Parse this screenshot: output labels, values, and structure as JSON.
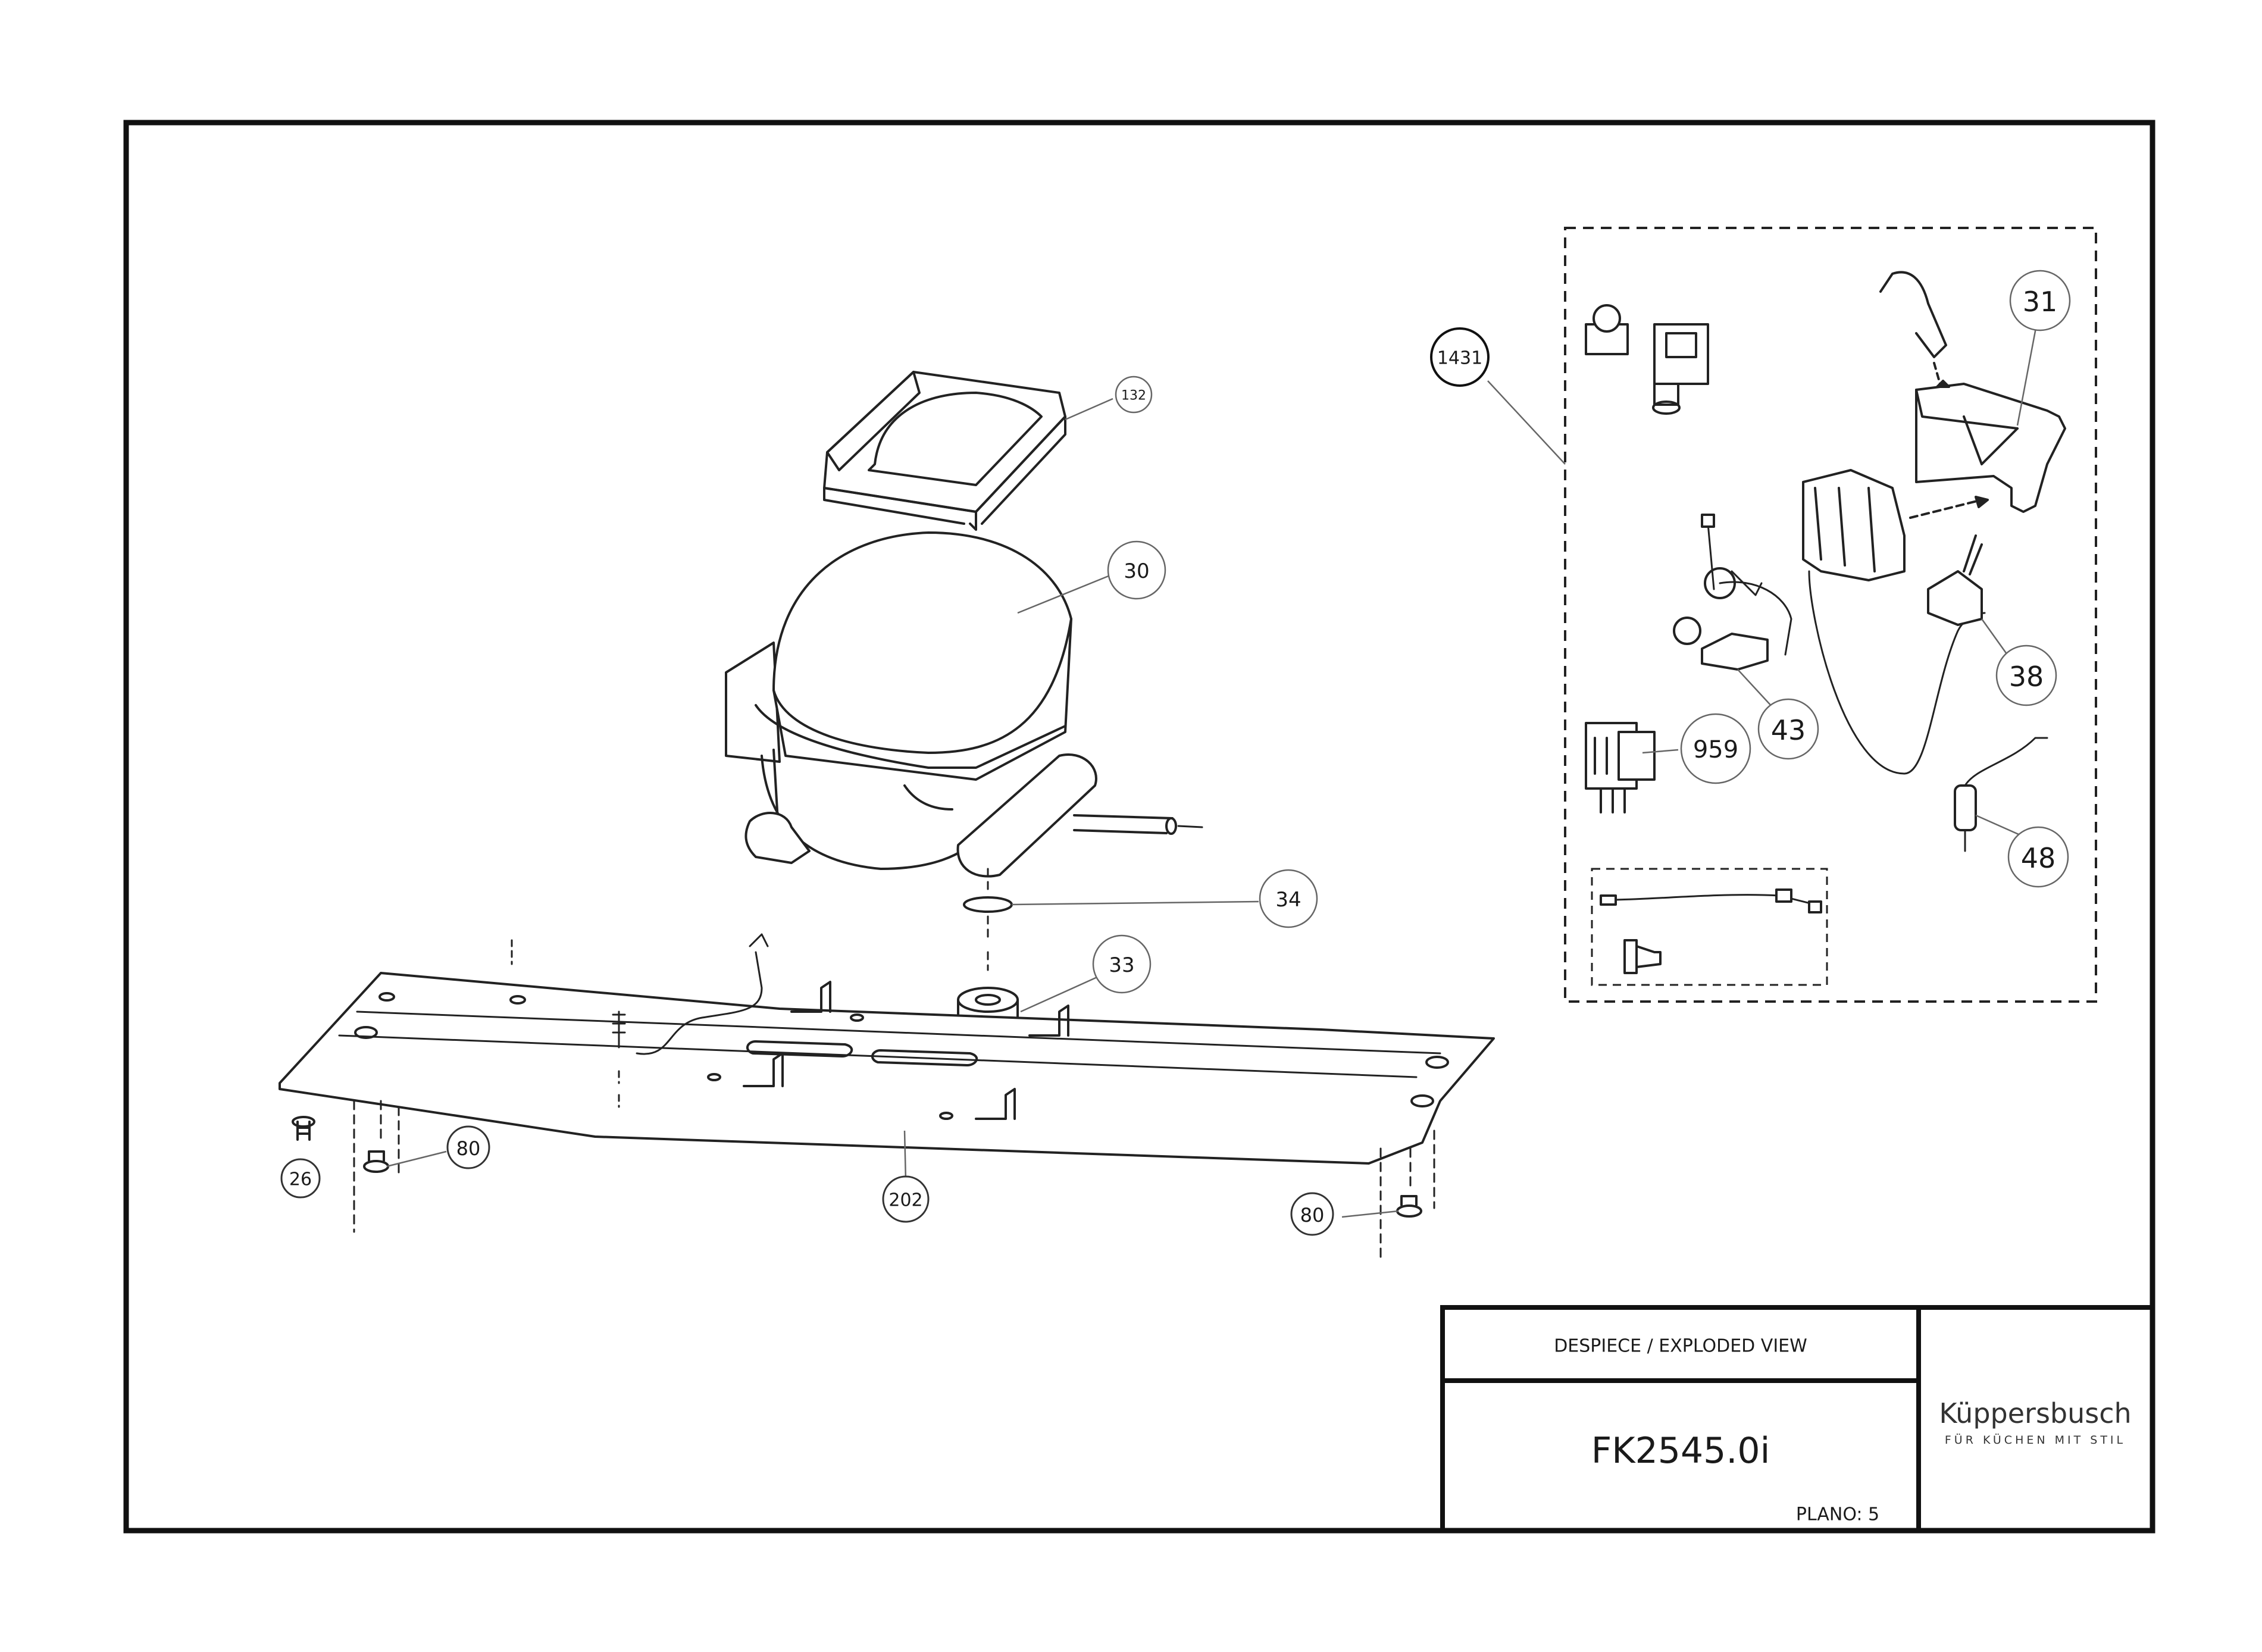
{
  "title_block": {
    "heading": "DESPIECE / EXPLODED VIEW",
    "model": "FK2545.0i",
    "sheet": "PLANO: 5"
  },
  "brand": {
    "name": "Küppersbusch",
    "tagline": "FÜR KÜCHEN MIT STIL"
  },
  "callouts": {
    "c1431": "1431",
    "c132": "132",
    "c30": "30",
    "c34": "34",
    "c33": "33",
    "c31": "31",
    "c38": "38",
    "c43": "43",
    "c959": "959",
    "c48": "48",
    "c26": "26",
    "c80a": "80",
    "c80b": "80",
    "c202": "202"
  },
  "colors": {
    "line": "#1a1a1a",
    "paper": "#ffffff"
  }
}
